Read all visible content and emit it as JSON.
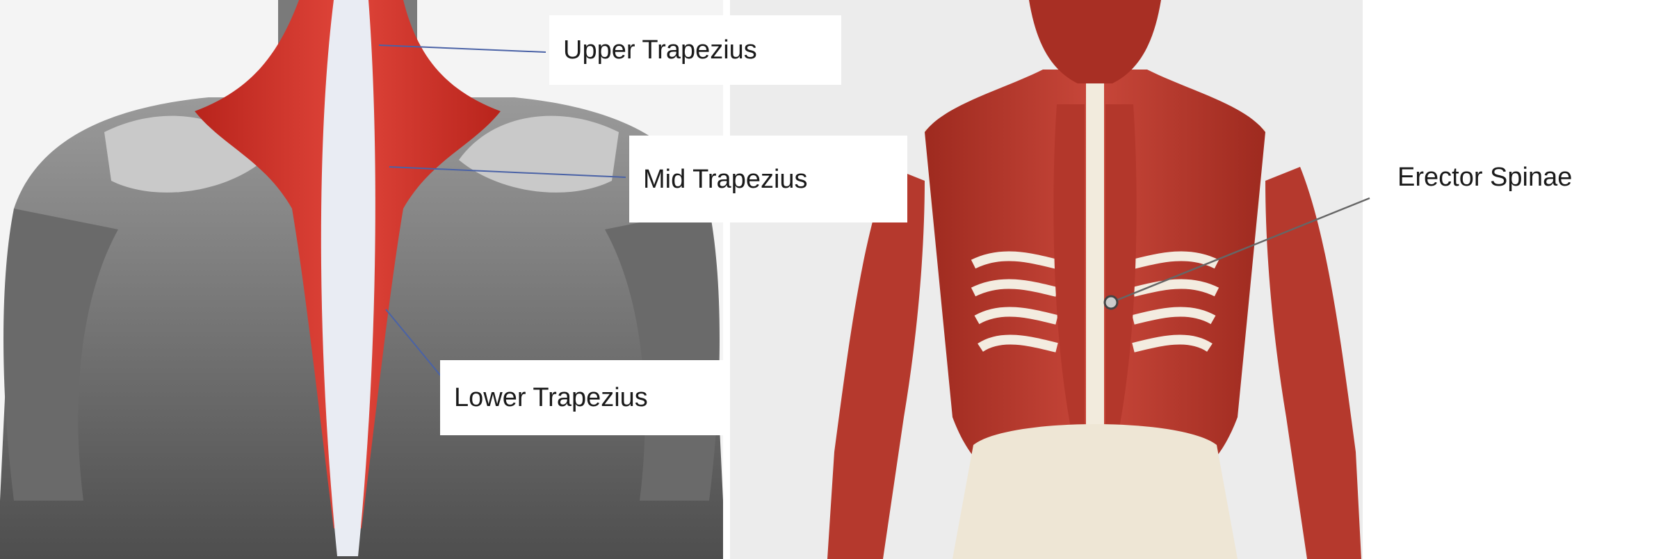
{
  "labels": {
    "upper_trapezius": "Upper Trapezius",
    "mid_trapezius": "Mid Trapezius",
    "lower_trapezius": "Lower Trapezius",
    "erector_spinae": "Erector Spinae"
  },
  "colors": {
    "muscle_red": "#d9342b",
    "muscle_dark_red": "#a8231c",
    "grey_muscle": "#555555",
    "bone": "#f2ebdd",
    "leader_line_blue": "#4a62a6",
    "leader_line_grey": "#666666"
  },
  "panels": [
    {
      "subject": "back muscles (trapezius highlighted in red)"
    },
    {
      "subject": "back musculature and skeleton"
    }
  ]
}
